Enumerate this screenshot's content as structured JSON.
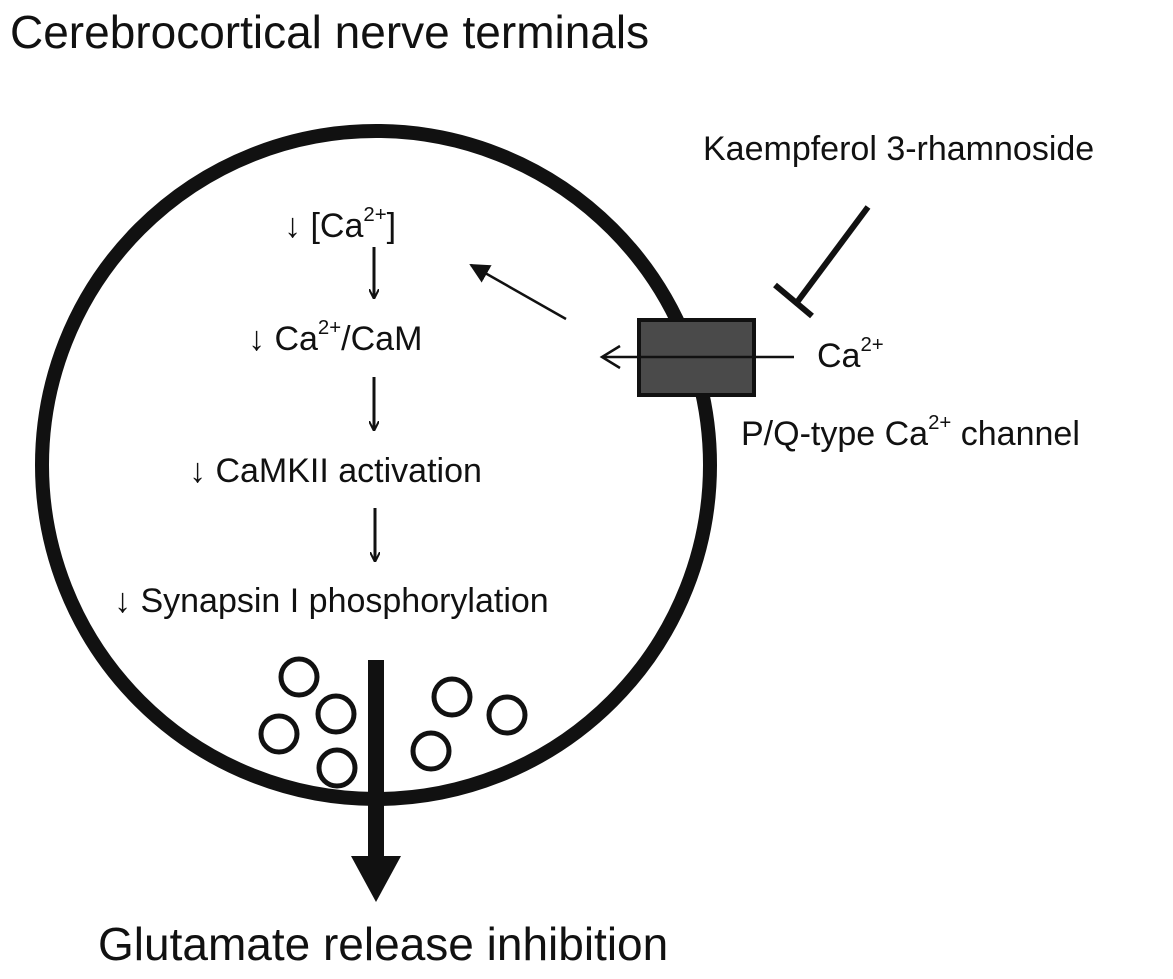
{
  "title": "Cerebrocortical nerve terminals",
  "inhibitor": "Kaempferol 3-rhamnoside",
  "ion": {
    "base": "Ca",
    "sup": "2+"
  },
  "channel": {
    "prefix": "P/Q-type Ca",
    "sup": "2+",
    "suffix": " channel"
  },
  "cascade": {
    "step1": {
      "arrow": "↓",
      "open": " [Ca",
      "sup": "2+",
      "close": "]"
    },
    "step2": {
      "arrow": "↓",
      "pre": " Ca",
      "sup": "2+",
      "post": "/CaM"
    },
    "step3": {
      "arrow": "↓",
      "text": " CaMKII activation"
    },
    "step4": {
      "arrow": "↓",
      "text": " Synapsin I phosphorylation"
    }
  },
  "outcome": "Glutamate release inhibition",
  "colors": {
    "ink": "#111111",
    "channel_fill": "#4a4a4a",
    "background": "#ffffff"
  }
}
